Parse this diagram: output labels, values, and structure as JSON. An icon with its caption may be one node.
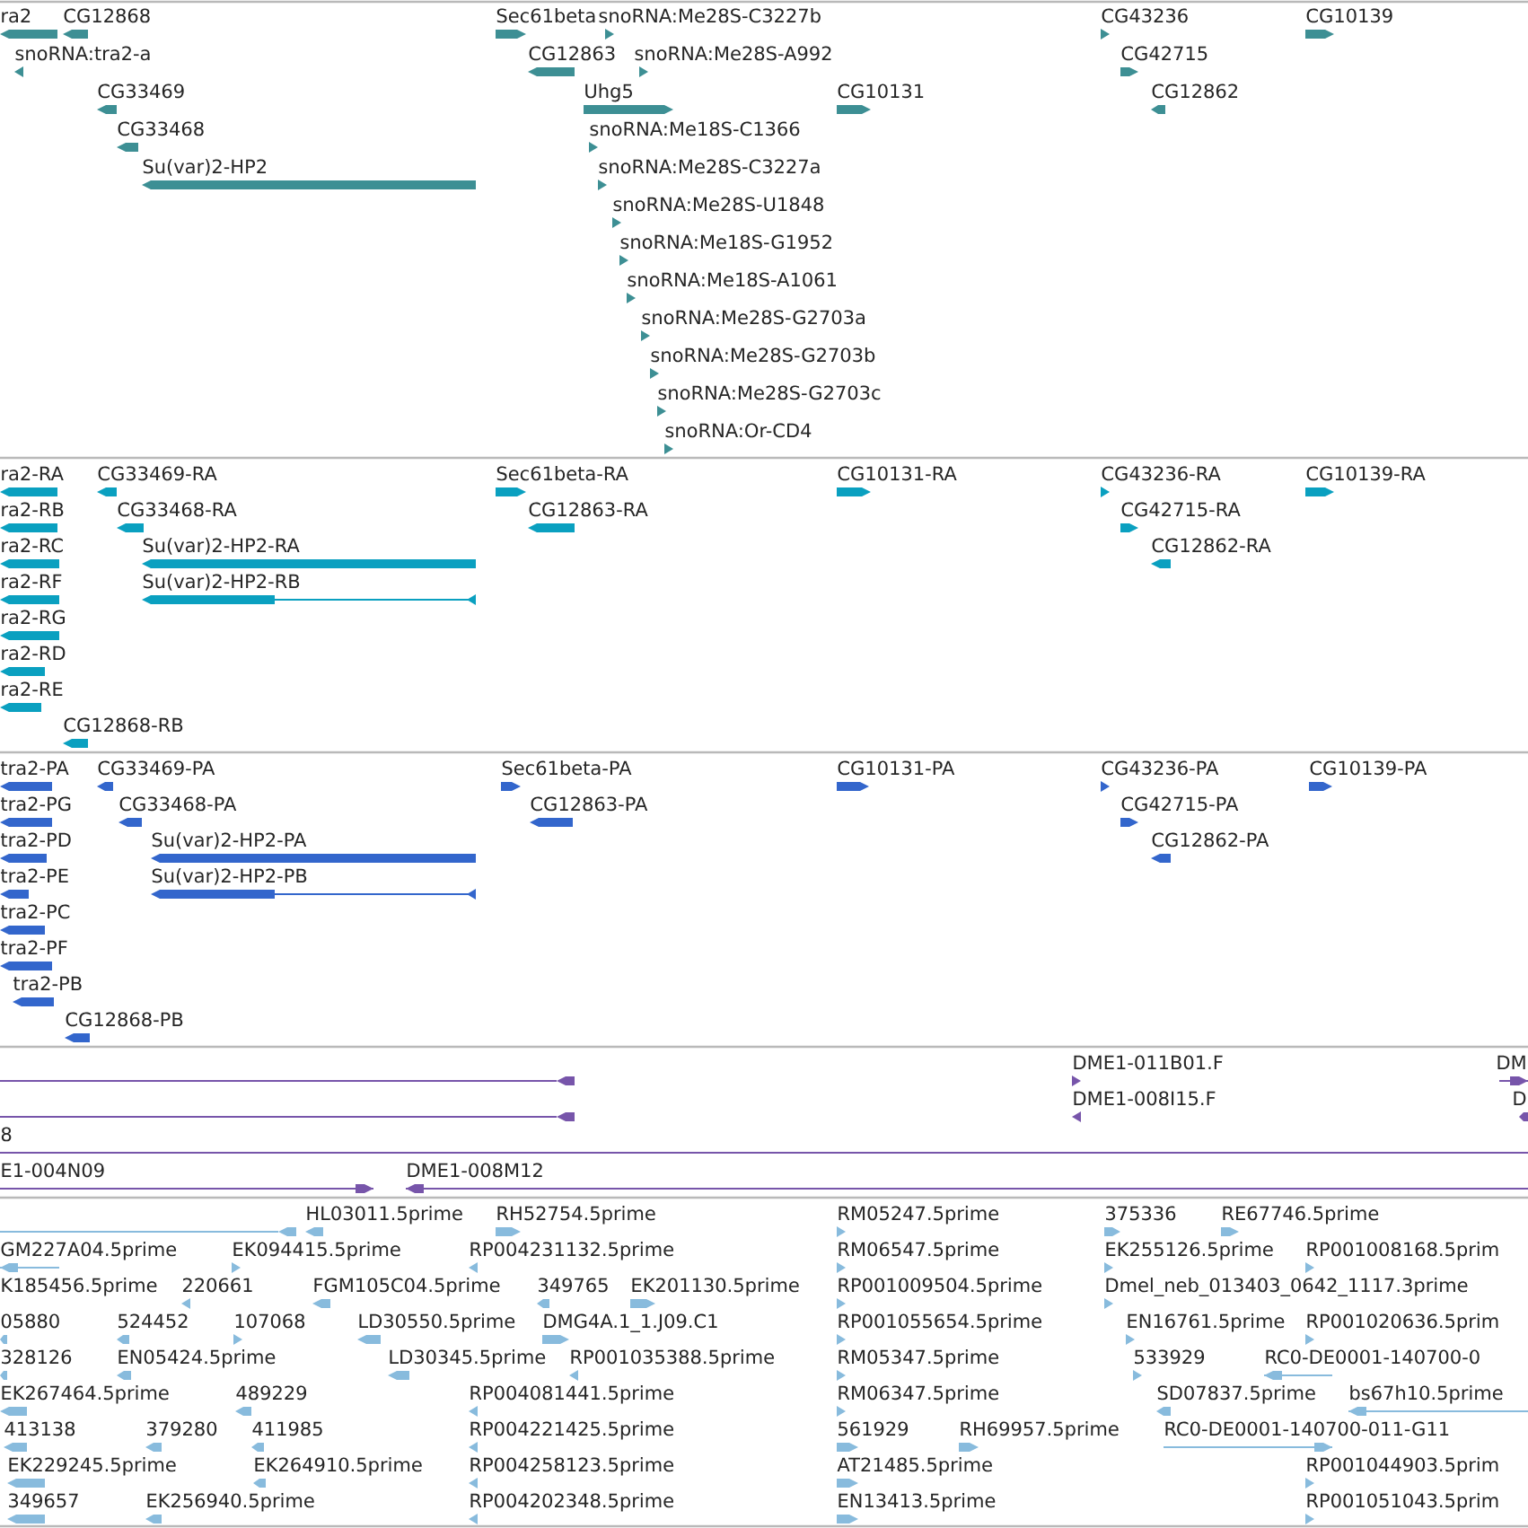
{
  "diagram": {
    "labels": [
      "ra2",
      "CG12868",
      "Sec61beta",
      "snoRNA:Me28S-C3227b",
      "CG43236",
      "CG10139",
      "snoRNA:tra2-a",
      "CG12863",
      "snoRNA:Me28S-A992",
      "CG42715",
      "CG33469",
      "Uhg5",
      "CG10131",
      "CG12862",
      "CG33468",
      "snoRNA:Me18S-C1366",
      "Su(var)2-HP2",
      "snoRNA:Me28S-C3227a",
      "snoRNA:Me28S-U1848",
      "snoRNA:Me18S-G1952",
      "snoRNA:Me18S-A1061",
      "snoRNA:Me28S-G2703a",
      "snoRNA:Me28S-G2703b",
      "snoRNA:Me28S-G2703c",
      "snoRNA:Or-CD4",
      "ra2-RA",
      "CG33469-RA",
      "Sec61beta-RA",
      "CG10131-RA",
      "CG43236-RA",
      "CG10139-RA",
      "ra2-RB",
      "CG33468-RA",
      "CG12863-RA",
      "CG42715-RA",
      "ra2-RC",
      "Su(var)2-HP2-RA",
      "CG12862-RA",
      "ra2-RF",
      "Su(var)2-HP2-RB",
      "ra2-RG",
      "ra2-RD",
      "ra2-RE",
      "CG12868-RB",
      "tra2-PA",
      "CG33469-PA",
      "Sec61beta-PA",
      "CG10131-PA",
      "CG43236-PA",
      "CG10139-PA",
      "tra2-PG",
      "CG33468-PA",
      "CG12863-PA",
      "CG42715-PA",
      "tra2-PD",
      "Su(var)2-HP2-PA",
      "CG12862-PA",
      "tra2-PE",
      "Su(var)2-HP2-PB",
      "tra2-PC",
      "tra2-PF",
      "tra2-PB",
      "CG12868-PB",
      "DME1-011B01.F",
      "DM",
      "DME1-008I15.F",
      "D",
      "8",
      "E1-004N09",
      "DME1-008M12",
      "HL03011.5prime",
      "RH52754.5prime",
      "RM05247.5prime",
      "375336",
      "RE67746.5prime",
      "GM227A04.5prime",
      "EK094415.5prime",
      "RP004231132.5prime",
      "RM06547.5prime",
      "EK255126.5prime",
      "RP001008168.5prim",
      "K185456.5prime",
      "220661",
      "FGM105C04.5prime",
      "349765",
      "EK201130.5prime",
      "RP001009504.5prime",
      "Dmel_neb_013403_0642_1117.3prime",
      "05880",
      "524452",
      "107068",
      "LD30550.5prime",
      "DMG4A.1_1.J09.C1",
      "RP001055654.5prime",
      "EN16761.5prime",
      "RP001020636.5prim",
      "328126",
      "EN05424.5prime",
      "LD30345.5prime",
      "RP001035388.5prime",
      "RM05347.5prime",
      "533929",
      "RC0-DE0001-140700-0",
      "EK267464.5prime",
      "489229",
      "RP004081441.5prime",
      "RM06347.5prime",
      "SD07837.5prime",
      "bs67h10.5prime",
      "413138",
      "379280",
      "411985",
      "RP004221425.5prime",
      "561929",
      "RH69957.5prime",
      "RC0-DE0001-140700-011-G11",
      "EK229245.5prime",
      "EK264910.5prime",
      "RP004258123.5prime",
      "AT21485.5prime",
      "RP001044903.5prim",
      "349657",
      "EK256940.5prime",
      "RP004202348.5prime",
      "EN13413.5prime",
      "RP001051043.5prim"
    ]
  }
}
